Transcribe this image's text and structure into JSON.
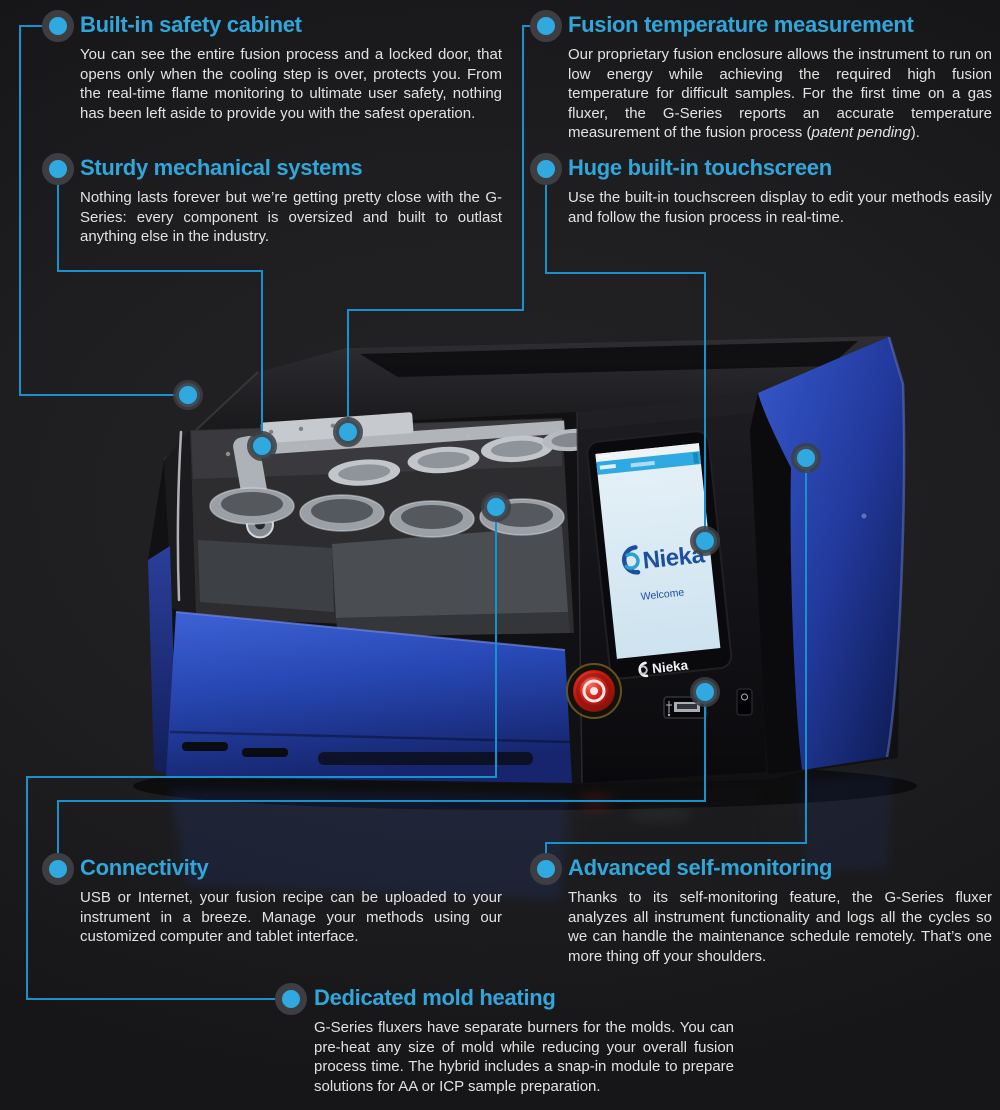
{
  "palette": {
    "background": "#1d1d1f",
    "title_cyan": "#30a6da",
    "line_cyan": "#1792cc",
    "dot_cyan": "#2fa9e0",
    "body_text": "#e4e2e0",
    "machine_blue": "#2b4cbb",
    "screen_header_cyan": "#2fa9e1",
    "logo_blue": "#1c4f9f",
    "estop_red": "#c41a16"
  },
  "callouts": [
    {
      "id": "built-in-safety-cabinet",
      "title": "Built-in safety cabinet",
      "body": "You can see the entire fusion process and a locked door, that opens only when the cooling step is over, protects you. From the real-time flame monitoring to ultimate user safety, nothing has been left aside to provide you with the safest operation."
    },
    {
      "id": "fusion-temperature-measurement",
      "title": "Fusion temperature measurement",
      "body_pre": "Our proprietary fusion enclosure allows the instrument to run on low energy while achieving the required high fusion temperature for difficult samples. For the first time on a gas fluxer, the G-Series reports an accurate temperature measurement of the fusion process (",
      "body_italic": "patent pending",
      "body_post": ")."
    },
    {
      "id": "sturdy-mechanical-systems",
      "title": "Sturdy mechanical systems",
      "body": "Nothing lasts forever but we’re getting pretty close with the G-Series: every component is oversized and built to outlast anything else in the industry."
    },
    {
      "id": "huge-built-in-touchscreen",
      "title": "Huge built-in touchscreen",
      "body": "Use the built-in touchscreen display to edit your methods easily and follow the fusion process in real-time."
    },
    {
      "id": "connectivity",
      "title": "Connectivity",
      "body": "USB or Internet, your fusion recipe can be uploaded to your instrument in a breeze. Manage your methods using our customized computer and tablet interface."
    },
    {
      "id": "advanced-self-monitoring",
      "title": "Advanced self-monitoring",
      "body": "Thanks to its self-monitoring feature, the G-Series fluxer analyzes all instrument functionality and logs all the cycles so we can handle the maintenance schedule remotely. That’s one more thing off your shoulders."
    },
    {
      "id": "dedicated-mold-heating",
      "title": "Dedicated mold heating",
      "body": "G-Series fluxers have separate burners for the molds. You can pre-heat any size of mold while reducing your overall fusion process time. The hybrid includes a snap-in module to prepare solutions for AA or ICP sample preparation."
    }
  ],
  "machine": {
    "screen_brand": "Nieka",
    "screen_message": "Welcome",
    "bezel_brand": "Nieka"
  }
}
